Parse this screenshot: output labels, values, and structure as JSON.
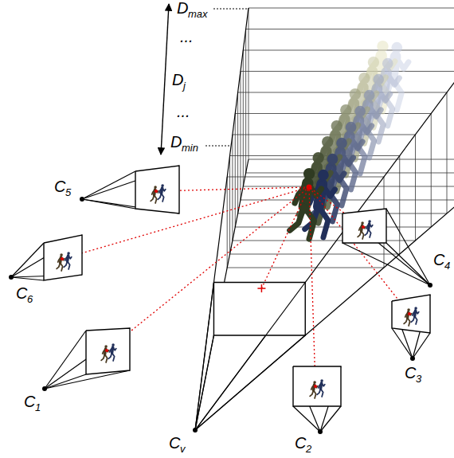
{
  "diagram": {
    "labels": [
      "D",
      "max",
      "...",
      "D",
      "j",
      "...",
      "D",
      "min",
      "C",
      "5",
      "C",
      "6",
      "C",
      "1",
      "C",
      "v",
      "C",
      "2",
      "C",
      "3",
      "C",
      "4"
    ]
  }
}
